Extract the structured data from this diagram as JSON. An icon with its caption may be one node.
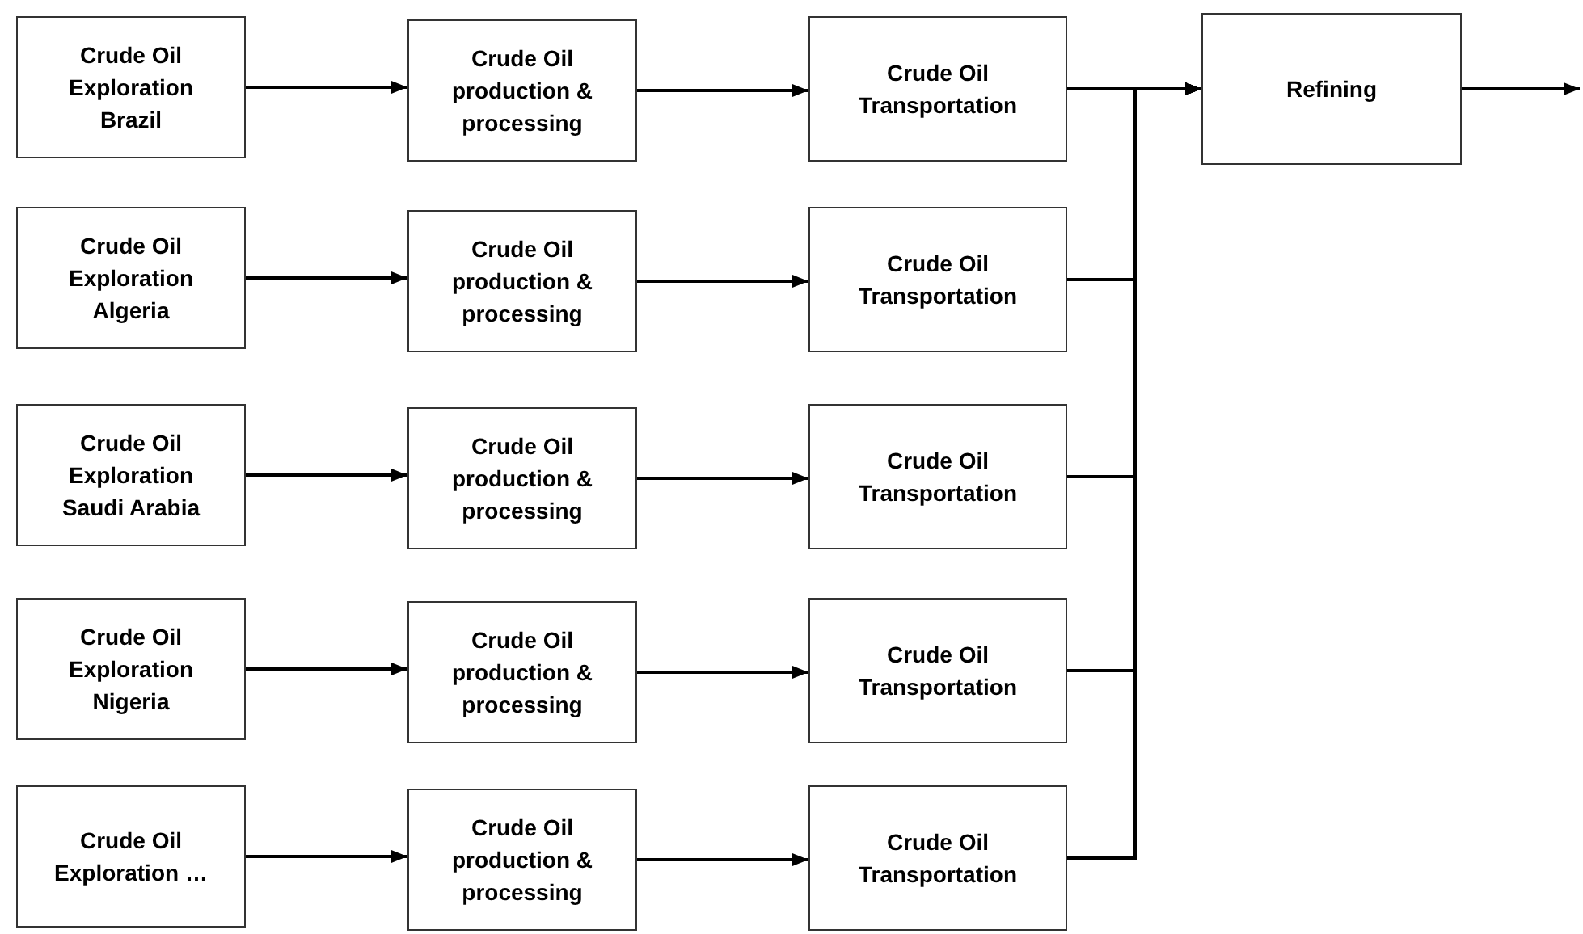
{
  "diagram": {
    "nodes": [
      {
        "text": [
          "Crude Oil Exploration Brazil"
        ]
      },
      {
        "text": [
          "Crude Oil production & processing"
        ]
      },
      {
        "text": [
          "Crude Oil Transportation"
        ]
      },
      {
        "text": [
          "Refining"
        ]
      },
      {
        "text": [
          "Crude Oil Exploration Algeria"
        ]
      },
      {
        "text": [
          "Crude Oil production & processing"
        ]
      },
      {
        "text": [
          "Crude Oil Transportation"
        ]
      },
      {
        "text": [
          "Crude Oil Exploration Saudi Arabia"
        ]
      },
      {
        "text": [
          "Crude Oil production & processing"
        ]
      },
      {
        "text": [
          "Crude Oil Transportation"
        ]
      },
      {
        "text": [
          "Crude Oil Exploration Nigeria"
        ]
      },
      {
        "text": [
          "Crude Oil production & processing"
        ]
      },
      {
        "text": [
          "Crude Oil Transportation"
        ]
      },
      {
        "text": [
          "Crude Oil Exploration …"
        ]
      },
      {
        "text": [
          "Crude Oil production & processing"
        ]
      },
      {
        "text": [
          "Crude Oil Transportation"
        ]
      }
    ],
    "edges": [
      {
        "from": 0,
        "to": 1,
        "arrow": "to"
      },
      {
        "from": 1,
        "to": 2,
        "arrow": "to"
      },
      {
        "from": 2,
        "to": 3,
        "arrow": "to"
      },
      {
        "from": 4,
        "to": 5,
        "arrow": "to"
      },
      {
        "from": 5,
        "to": 6,
        "arrow": "to"
      },
      {
        "from": 6,
        "to": 3,
        "arrow": "to"
      },
      {
        "from": 7,
        "to": 8,
        "arrow": "to"
      },
      {
        "from": 8,
        "to": 9,
        "arrow": "to"
      },
      {
        "from": 9,
        "to": 3,
        "arrow": "to"
      },
      {
        "from": 10,
        "to": 11,
        "arrow": "to"
      },
      {
        "from": 11,
        "to": 12,
        "arrow": "to"
      },
      {
        "from": 12,
        "to": 3,
        "arrow": "to"
      },
      {
        "from": 13,
        "to": 14,
        "arrow": "to"
      },
      {
        "from": 14,
        "to": 15,
        "arrow": "to"
      },
      {
        "from": 15,
        "to": 3,
        "arrow": "to"
      },
      {
        "from": 3,
        "to": null,
        "arrow": "to"
      }
    ]
  }
}
